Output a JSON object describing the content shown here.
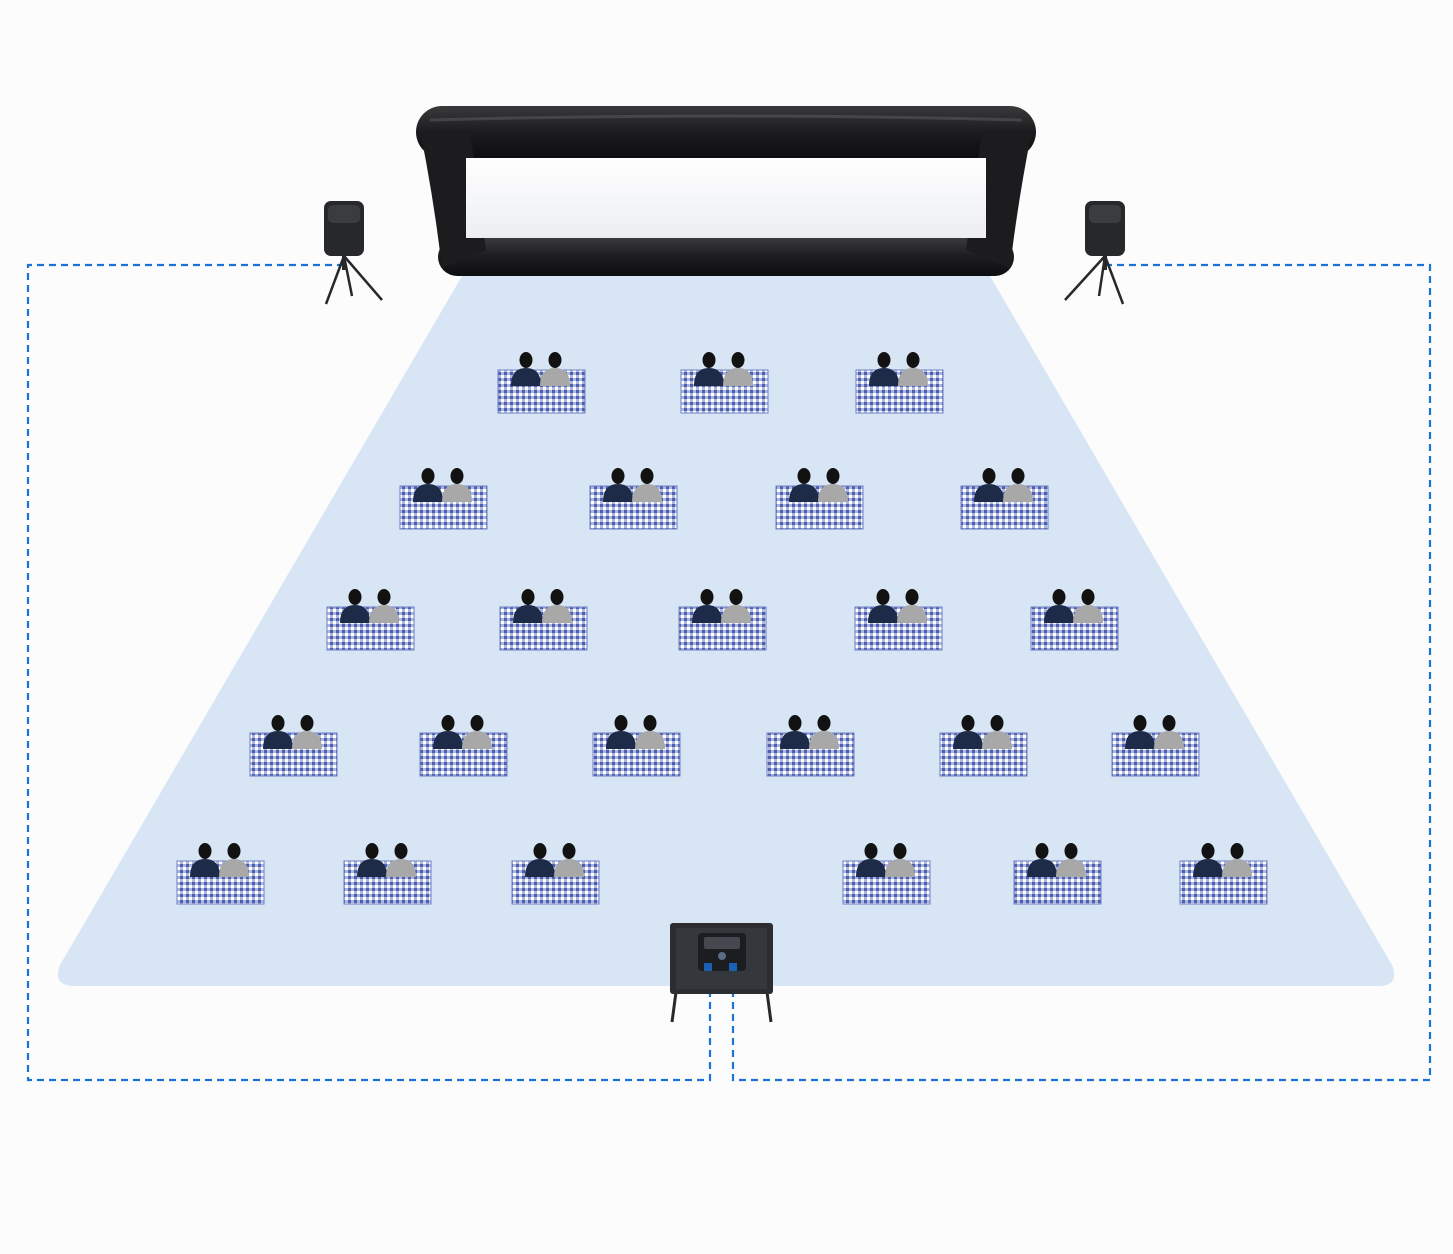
{
  "scene": {
    "background_color": "#fcfcfc",
    "audience_area_color": "#d7e5f5",
    "cable_color": "#1a73d9",
    "screen_frame_color": "#1c1c1e",
    "screen_surface_color": "#f4f5f7",
    "equipment_color": "#26282b",
    "blanket_color": "#6d7fc4",
    "person_dark_color": "#1d2b48",
    "person_light_color": "#a8a8a8",
    "hair_color": "#121212"
  },
  "icons": {
    "screen": "inflatable-screen-icon",
    "speaker": "speaker-icon",
    "projector": "projector-icon",
    "blanket": "picnic-blanket-icon",
    "person": "seated-person-icon"
  },
  "audience": {
    "row_sizes": [
      3,
      4,
      5,
      6,
      6
    ],
    "rows": [
      {
        "blankets": 3
      },
      {
        "blankets": 4
      },
      {
        "blankets": 5
      },
      {
        "blankets": 6
      },
      {
        "blankets": 6
      }
    ],
    "people_per_blanket": 2
  }
}
